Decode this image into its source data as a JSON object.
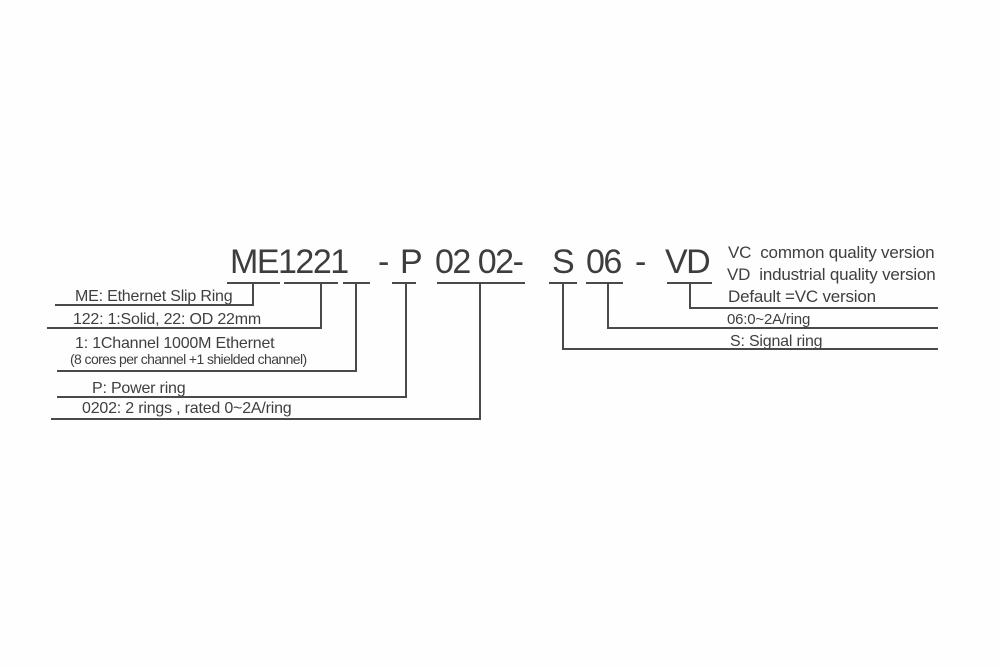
{
  "page": {
    "background": "#fefefe",
    "text_color": "#3f3f3f",
    "line_color": "#4a4a4a"
  },
  "part_number": {
    "full": "ME1221 - P 02 02- S 06 - VD",
    "parts": [
      {
        "code": "ME1221"
      },
      {
        "code": "-"
      },
      {
        "code": "P"
      },
      {
        "code": "02 02-"
      },
      {
        "code": "S"
      },
      {
        "code": "06"
      },
      {
        "code": "-"
      },
      {
        "code": "VD"
      }
    ]
  },
  "legend_left": [
    {
      "label": "ME: Ethernet Slip Ring"
    },
    {
      "label": "122: 1:Solid, 22: OD 22mm"
    },
    {
      "label": "1: 1Channel 1000M Ethernet",
      "sub": "(8 cores per channel +1 shielded channel)"
    },
    {
      "label": "P: Power ring"
    },
    {
      "label": "0202: 2 rings , rated 0~2A/ring"
    }
  ],
  "legend_right": {
    "version_block": {
      "lines": [
        "VC  common quality version",
        "VD  industrial quality version",
        "Default =VC version"
      ]
    },
    "ring_06": {
      "label": "06:0~2A/ring"
    },
    "ring_s": {
      "label": "S: Signal ring"
    }
  }
}
